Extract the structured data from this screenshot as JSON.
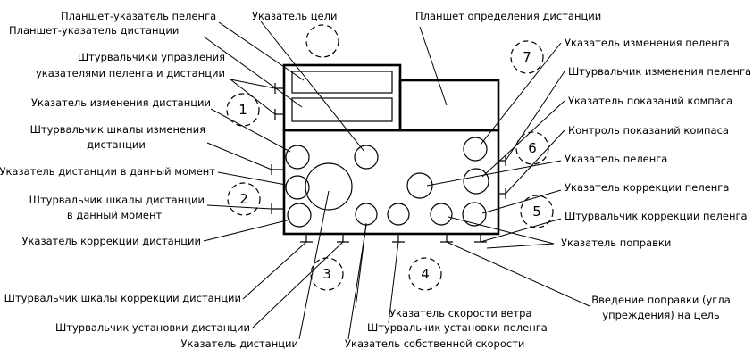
{
  "labels": {
    "bearing_plotting_board": "Планшет-указатель пеленга",
    "distance_plotting_board": "Планшет-указатель дистанции",
    "handwheels_bearing_distance_1": "Штурвальчики управления",
    "handwheels_bearing_distance_2": "указателями пеленга и дистанции",
    "distance_change_indicator": "Указатель изменения дистанции",
    "distance_change_scale_handwheel_1": "Штурвальчик шкалы изменения",
    "distance_change_scale_handwheel_2": "дистанции",
    "current_distance_indicator": "Указатель дистанции в данный момент",
    "current_distance_scale_handwheel_1": "Штурвальчик шкалы дистанции",
    "current_distance_scale_handwheel_2": "в данный момент",
    "distance_correction_indicator": "Указатель коррекции дистанции",
    "target_indicator": "Указатель цели",
    "distance_determination_board": "Планшет определения дистанции",
    "bearing_change_indicator": "Указатель изменения пеленга",
    "bearing_change_handwheel": "Штурвальчик изменения пеленга",
    "compass_reading_indicator": "Указатель показаний компаса",
    "compass_reading_control": "Контроль показаний компаса",
    "bearing_indicator": "Указатель пеленга",
    "bearing_correction_indicator": "Указатель коррекции пеленга",
    "bearing_correction_handwheel": "Штурвальчик коррекции пеленга",
    "correction_indicator": "Указатель поправки",
    "correction_input_1": "Введение поправки (угла",
    "correction_input_2": "упреждения) на цель",
    "distance_correction_scale_handwheel": "Штурвальчик шкалы коррекции дистанции",
    "distance_setting_handwheel": "Штурвальчик установки дистанции",
    "distance_indicator": "Указатель дистанции",
    "wind_speed_indicator": "Указатель скорости ветра",
    "bearing_setting_handwheel": "Штурвальчик установки пеленга",
    "own_speed_indicator": "Указатель собственной скорости"
  },
  "group_numbers": [
    "1",
    "2",
    "3",
    "4",
    "5",
    "6",
    "7"
  ]
}
